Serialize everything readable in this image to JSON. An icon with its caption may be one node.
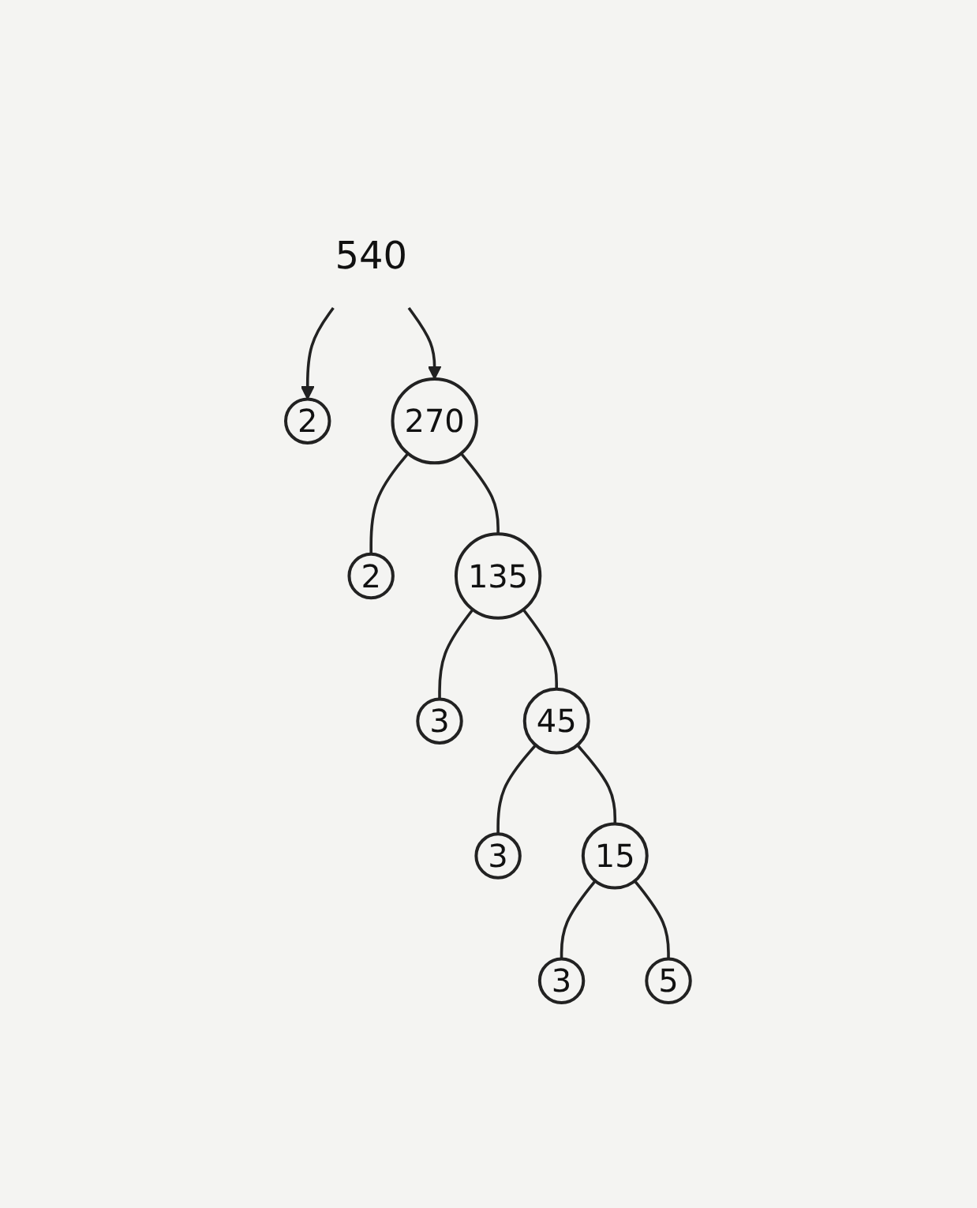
{
  "diagram": {
    "nodes": [
      {
        "text": [
          "540"
        ]
      },
      {
        "text": [
          "2"
        ]
      },
      {
        "text": [
          "270"
        ]
      },
      {
        "text": [
          "2"
        ]
      },
      {
        "text": [
          "135"
        ]
      },
      {
        "text": [
          "3"
        ]
      },
      {
        "text": [
          "45"
        ]
      },
      {
        "text": [
          "3"
        ]
      },
      {
        "text": [
          "15"
        ]
      },
      {
        "text": [
          "3"
        ]
      },
      {
        "text": [
          "5"
        ]
      }
    ],
    "edges": [
      {
        "from": 0,
        "to": 1,
        "arrow": "to"
      },
      {
        "from": 0,
        "to": 2,
        "arrow": "to"
      },
      {
        "from": 2,
        "to": 3,
        "arrow": "none"
      },
      {
        "from": 2,
        "to": 4,
        "arrow": "none"
      },
      {
        "from": 4,
        "to": 5,
        "arrow": "none"
      },
      {
        "from": 4,
        "to": 6,
        "arrow": "none"
      },
      {
        "from": 6,
        "to": 7,
        "arrow": "none"
      },
      {
        "from": 6,
        "to": 8,
        "arrow": "none"
      },
      {
        "from": 8,
        "to": 9,
        "arrow": "none"
      },
      {
        "from": 8,
        "to": 10,
        "arrow": "none"
      }
    ]
  }
}
